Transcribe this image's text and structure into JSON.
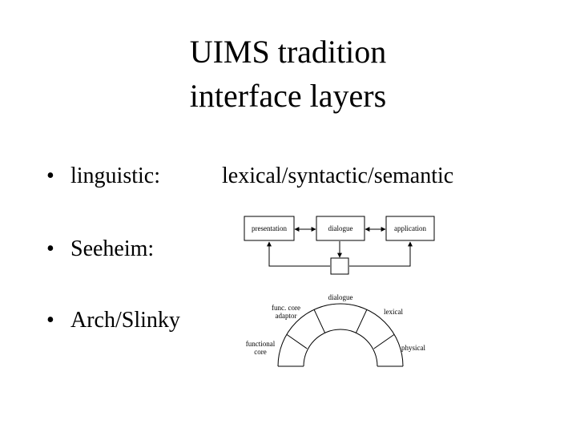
{
  "slide": {
    "title_line1": "UIMS tradition",
    "title_line2": "interface  layers"
  },
  "bullets": [
    {
      "marker": "•",
      "label": "linguistic:",
      "value": "lexical/syntactic/semantic"
    },
    {
      "marker": "•",
      "label": "Seeheim:"
    },
    {
      "marker": "•",
      "label": "Arch/Slinky"
    }
  ],
  "seeheim": {
    "presentation": "presentation",
    "dialogue": "dialogue",
    "application": "application"
  },
  "arch": {
    "functional_core_line1": "functional",
    "functional_core_line2": "core",
    "adaptor_line1": "func. core",
    "adaptor_line2": "adaptor",
    "dialogue": "dialogue",
    "lexical": "lexical",
    "physical": "physical"
  }
}
